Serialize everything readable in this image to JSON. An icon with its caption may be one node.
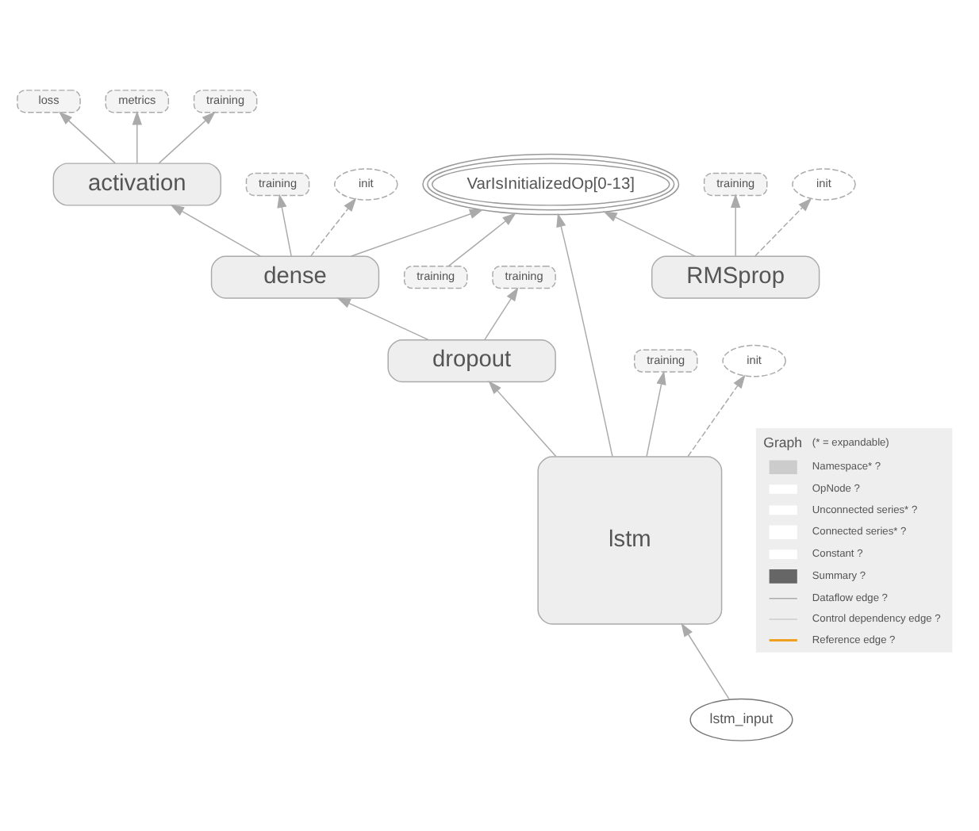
{
  "diagram": {
    "nodes": [
      {
        "text": [
          "VarIsInitializedOp[0-13]"
        ]
      },
      {
        "text": [
          "activation"
        ]
      },
      {
        "text": [
          "loss"
        ]
      },
      {
        "text": [
          "metrics"
        ]
      },
      {
        "text": [
          "training"
        ]
      },
      {
        "text": [
          "training"
        ]
      },
      {
        "text": [
          "dense"
        ]
      },
      {
        "text": [
          "training"
        ]
      },
      {
        "text": [
          "init"
        ]
      },
      {
        "text": [
          "RMSprop"
        ]
      },
      {
        "text": [
          "training"
        ]
      },
      {
        "text": [
          "init"
        ]
      },
      {
        "text": [
          "dropout"
        ]
      },
      {
        "text": [
          "training"
        ]
      },
      {
        "text": [
          "lstm"
        ]
      },
      {
        "text": [
          "training"
        ]
      },
      {
        "text": [
          "init"
        ]
      },
      {
        "text": [
          "lstm_input"
        ]
      }
    ],
    "edges": [
      {
        "from": 1,
        "to": 2,
        "arrow": "to"
      },
      {
        "from": 1,
        "to": 3,
        "arrow": "to"
      },
      {
        "from": 1,
        "to": 4,
        "arrow": "to"
      },
      {
        "from": 5,
        "to": 0,
        "arrow": "to"
      },
      {
        "from": 6,
        "to": 1,
        "arrow": "to"
      },
      {
        "from": 6,
        "to": 0,
        "arrow": "to"
      },
      {
        "from": 9,
        "to": 0,
        "arrow": "to"
      },
      {
        "from": 6,
        "to": 7,
        "arrow": "to"
      },
      {
        "from": 6,
        "to": 8,
        "arrow": "to",
        "style": "dashed"
      },
      {
        "from": 9,
        "to": 10,
        "arrow": "to"
      },
      {
        "from": 9,
        "to": 11,
        "arrow": "to",
        "style": "dashed"
      },
      {
        "from": 12,
        "to": 6,
        "arrow": "to"
      },
      {
        "from": 12,
        "to": 13,
        "arrow": "to"
      },
      {
        "from": 14,
        "to": 12,
        "arrow": "to"
      },
      {
        "from": 14,
        "to": 0,
        "arrow": "to"
      },
      {
        "from": 14,
        "to": 15,
        "arrow": "to"
      },
      {
        "from": 14,
        "to": 16,
        "arrow": "to",
        "style": "dashed"
      },
      {
        "from": 17,
        "to": 14,
        "arrow": "to"
      }
    ],
    "labels": [
      "Graph",
      "(* = expandable)"
    ],
    "legend": [
      {
        "text": "Namespace* ?"
      },
      {
        "text": "OpNode ?"
      },
      {
        "text": "Unconnected series* ?"
      },
      {
        "text": "Connected series* ?"
      },
      {
        "text": "Constant ?"
      },
      {
        "text": "Summary ?"
      },
      {
        "text": "Dataflow edge ?"
      },
      {
        "text": "Control dependency edge ?"
      },
      {
        "text": "Reference edge ?"
      }
    ]
  }
}
